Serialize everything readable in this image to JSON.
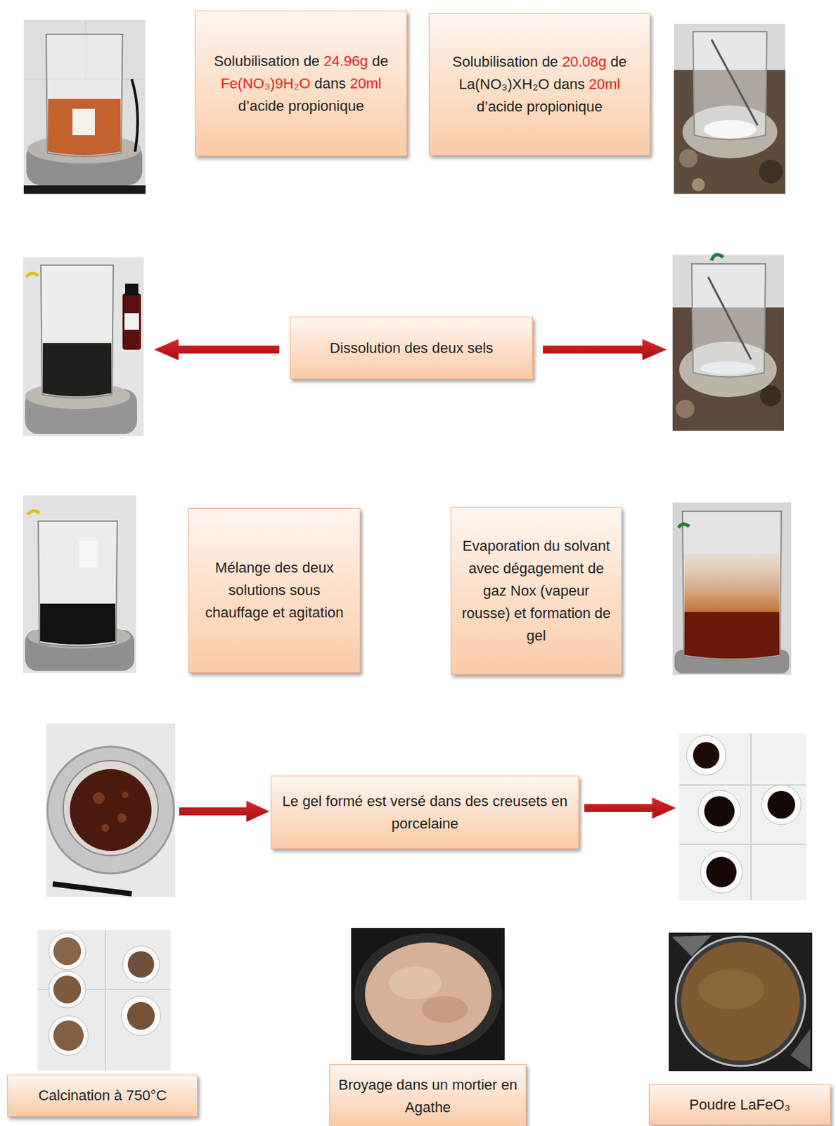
{
  "diagram": {
    "nodes": [
      {
        "text": [
          "Solubilisation de 24.96g de Fe(NO₃)9H₂O dans 20ml d’acide propionique"
        ]
      },
      {
        "text": [
          "Solubilisation de 20.08g de La(NO₃)XH₂O dans 20ml d’acide propionique"
        ]
      },
      {
        "text": [
          "Dissolution des deux sels"
        ]
      },
      {
        "text": [
          "Mélange des deux solutions sous chauffage et agitation"
        ]
      },
      {
        "text": [
          "Evaporation du solvant avec dégagement de gaz Nox (vapeur rousse) et formation de gel"
        ]
      },
      {
        "text": [
          "Le gel formé est versé dans des creusets en porcelaine"
        ]
      },
      {
        "text": [
          "Calcination à 750°C"
        ]
      },
      {
        "text": [
          "Broyage dans un mortier en Agathe"
        ]
      },
      {
        "text": [
          "Poudre LaFeO₃"
        ]
      }
    ]
  }
}
